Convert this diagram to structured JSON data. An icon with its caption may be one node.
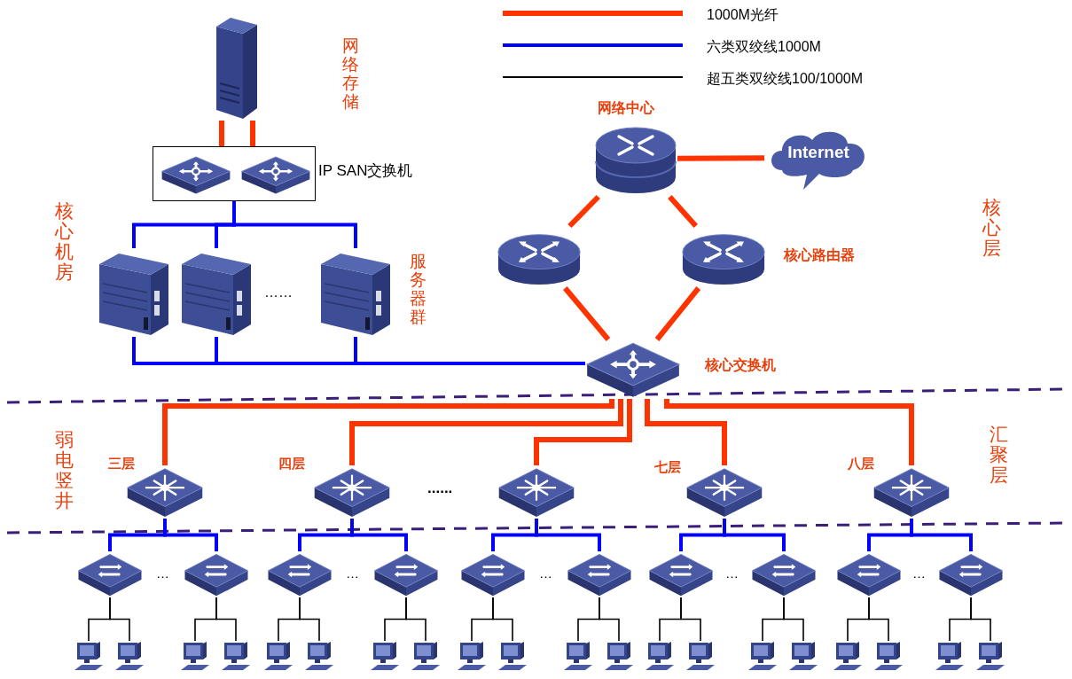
{
  "diagram": {
    "nodes": [
      {
        "text": [],
        "shape": "picture"
      },
      {
        "text": [
          "IP SAN交换机"
        ]
      },
      {
        "text": [],
        "shape": "picture",
        "in": 1
      },
      {
        "text": [],
        "shape": "picture",
        "in": 1
      },
      {
        "text": [],
        "shape": "picture"
      },
      {
        "text": [],
        "shape": "picture"
      },
      {
        "text": [],
        "shape": "picture"
      },
      {
        "text": [],
        "shape": "picture",
        "beside": [
          "网络中心"
        ]
      },
      {
        "text": [
          "Internet"
        ]
      },
      {
        "text": [],
        "shape": "picture"
      },
      {
        "text": [],
        "shape": "picture",
        "beside": [
          "核心路由器"
        ]
      },
      {
        "text": [],
        "shape": "picture",
        "beside": [
          "核心交换机"
        ]
      },
      {
        "text": [],
        "shape": "picture",
        "beside": [
          "三层"
        ]
      },
      {
        "text": [],
        "shape": "picture",
        "beside": [
          "四层"
        ]
      },
      {
        "text": [],
        "shape": "picture"
      },
      {
        "text": [],
        "shape": "picture",
        "beside": [
          "七层"
        ]
      },
      {
        "text": [],
        "shape": "picture",
        "beside": [
          "八层"
        ]
      },
      {
        "text": [],
        "shape": "picture"
      },
      {
        "text": [],
        "shape": "picture"
      },
      {
        "text": [],
        "shape": "picture"
      },
      {
        "text": [],
        "shape": "picture"
      },
      {
        "text": [],
        "shape": "picture"
      },
      {
        "text": [],
        "shape": "picture"
      },
      {
        "text": [],
        "shape": "picture"
      },
      {
        "text": [],
        "shape": "picture"
      },
      {
        "text": [],
        "shape": "picture"
      },
      {
        "text": [],
        "shape": "picture"
      },
      {
        "text": [],
        "shape": "picture"
      },
      {
        "text": [],
        "shape": "picture"
      },
      {
        "text": [],
        "shape": "picture"
      },
      {
        "text": [],
        "shape": "picture"
      },
      {
        "text": [],
        "shape": "picture"
      },
      {
        "text": [],
        "shape": "picture"
      },
      {
        "text": [],
        "shape": "picture"
      },
      {
        "text": [],
        "shape": "picture"
      },
      {
        "text": [],
        "shape": "picture"
      },
      {
        "text": [],
        "shape": "picture"
      },
      {
        "text": [],
        "shape": "picture"
      },
      {
        "text": [],
        "shape": "picture"
      },
      {
        "text": [],
        "shape": "picture"
      },
      {
        "text": [],
        "shape": "picture"
      },
      {
        "text": [],
        "shape": "picture"
      },
      {
        "text": [],
        "shape": "picture"
      },
      {
        "text": [],
        "shape": "picture"
      },
      {
        "text": [],
        "shape": "picture"
      },
      {
        "text": [],
        "shape": "picture"
      },
      {
        "text": [],
        "shape": "picture"
      }
    ],
    "edges": [
      {
        "from": 0,
        "to": 1,
        "arrow": "none",
        "color": "#ff3300"
      },
      {
        "from": 0,
        "to": 1,
        "arrow": "none",
        "color": "#ff3300"
      },
      {
        "from": 1,
        "to": 4,
        "arrow": "none",
        "color": "#0000ff"
      },
      {
        "from": 1,
        "to": 5,
        "arrow": "none",
        "color": "#0000ff"
      },
      {
        "from": 1,
        "to": 6,
        "arrow": "none",
        "color": "#0000ff"
      },
      {
        "from": 4,
        "to": 11,
        "arrow": "none",
        "color": "#0000ff"
      },
      {
        "from": 5,
        "to": 11,
        "arrow": "none",
        "color": "#0000ff"
      },
      {
        "from": 6,
        "to": 11,
        "arrow": "none",
        "color": "#0000ff"
      },
      {
        "from": 7,
        "to": 8,
        "arrow": "none",
        "color": "#ff3300"
      },
      {
        "from": 7,
        "to": 9,
        "arrow": "none",
        "color": "#ff3300"
      },
      {
        "from": 7,
        "to": 10,
        "arrow": "none",
        "color": "#ff3300"
      },
      {
        "from": 9,
        "to": 11,
        "arrow": "none",
        "color": "#ff3300"
      },
      {
        "from": 10,
        "to": 11,
        "arrow": "none",
        "color": "#ff3300"
      },
      {
        "from": 11,
        "to": 12,
        "arrow": "none",
        "color": "#ff3300"
      },
      {
        "from": 11,
        "to": 13,
        "arrow": "none",
        "color": "#ff3300"
      },
      {
        "from": 11,
        "to": 14,
        "arrow": "none",
        "color": "#ff3300"
      },
      {
        "from": 11,
        "to": 15,
        "arrow": "none",
        "color": "#ff3300"
      },
      {
        "from": 11,
        "to": 16,
        "arrow": "none",
        "color": "#ff3300"
      },
      {
        "from": 12,
        "to": 17,
        "arrow": "none",
        "color": "#0000ff"
      },
      {
        "from": 12,
        "to": 18,
        "arrow": "none",
        "color": "#0000ff"
      },
      {
        "from": 13,
        "to": 19,
        "arrow": "none",
        "color": "#0000ff"
      },
      {
        "from": 13,
        "to": 20,
        "arrow": "none",
        "color": "#0000ff"
      },
      {
        "from": 14,
        "to": 21,
        "arrow": "none",
        "color": "#0000ff"
      },
      {
        "from": 14,
        "to": 22,
        "arrow": "none",
        "color": "#0000ff"
      },
      {
        "from": 15,
        "to": 23,
        "arrow": "none",
        "color": "#0000ff"
      },
      {
        "from": 15,
        "to": 24,
        "arrow": "none",
        "color": "#0000ff"
      },
      {
        "from": 16,
        "to": 25,
        "arrow": "none",
        "color": "#0000ff"
      },
      {
        "from": 16,
        "to": 26,
        "arrow": "none",
        "color": "#0000ff"
      },
      {
        "from": 17,
        "to": 27,
        "arrow": "none"
      },
      {
        "from": 17,
        "to": 28,
        "arrow": "none"
      },
      {
        "from": 18,
        "to": 29,
        "arrow": "none"
      },
      {
        "from": 18,
        "to": 30,
        "arrow": "none"
      },
      {
        "from": 19,
        "to": 31,
        "arrow": "none"
      },
      {
        "from": 19,
        "to": 32,
        "arrow": "none"
      },
      {
        "from": 20,
        "to": 33,
        "arrow": "none"
      },
      {
        "from": 20,
        "to": 34,
        "arrow": "none"
      },
      {
        "from": 21,
        "to": 35,
        "arrow": "none"
      },
      {
        "from": 21,
        "to": 36,
        "arrow": "none"
      },
      {
        "from": 22,
        "to": 37,
        "arrow": "none"
      },
      {
        "from": 22,
        "to": 38,
        "arrow": "none"
      },
      {
        "from": 23,
        "to": 39,
        "arrow": "none"
      },
      {
        "from": 23,
        "to": 40,
        "arrow": "none"
      },
      {
        "from": 24,
        "to": 41,
        "arrow": "none"
      },
      {
        "from": 24,
        "to": 42,
        "arrow": "none"
      },
      {
        "from": 25,
        "to": 43,
        "arrow": "none"
      },
      {
        "from": 25,
        "to": 44,
        "arrow": "none"
      },
      {
        "from": 26,
        "to": 45,
        "arrow": "none"
      },
      {
        "from": 26,
        "to": 46,
        "arrow": "none"
      }
    ],
    "labels": [
      "网络存储",
      "核心层",
      "核心机房",
      "服务器群",
      "……",
      "汇聚层",
      "弱电竖井",
      "......",
      "…",
      "…",
      "…",
      "…",
      "…"
    ],
    "legend": [
      {
        "text": "1000M光纤"
      },
      {
        "text": "六类双绞线1000M"
      },
      {
        "text": "超五类双绞线100/1000M"
      }
    ]
  }
}
